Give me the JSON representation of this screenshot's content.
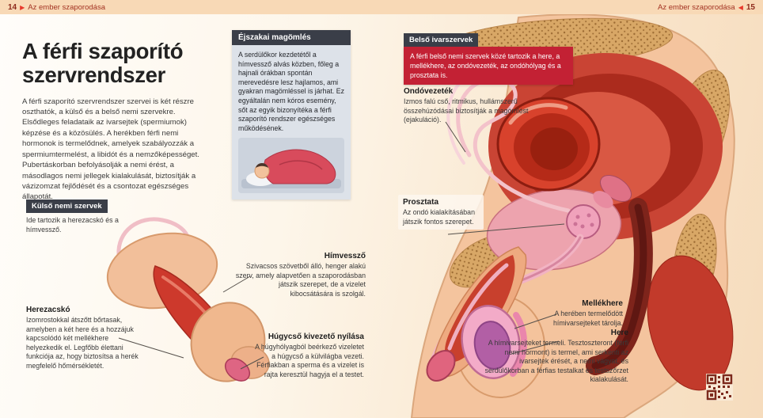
{
  "header": {
    "left_number": "14",
    "left_arrow": "▶",
    "left_title": "Az ember szaporodása",
    "right_title": "Az ember szaporodása",
    "right_arrow": "◀",
    "right_number": "15"
  },
  "left_page": {
    "title": "A férfi szaporító szervrendszer",
    "intro": "A férfi szaporító szervrendszer szervei is két részre oszthatók, a külső és a belső nemi szervekre. Elsődleges feladataik az ivarsejtek (spermiumok) képzése és a közösülés. A herékben férfi nemi hormonok is termelődnek, amelyek szabályozzák a spermiumtermelést, a libidót és a nemzőképességet. Pubertáskorban befolyásolják a nemi érést, a másodlagos nemi jellegek kialakulását, biztosítják a vázizomzat fejlődését és a csontozat egészséges állapotát.",
    "nocturnal_box": {
      "title": "Éjszakai magömlés",
      "body": "A serdülőkor kezdetétől a hímvessző alvás közben, főleg a hajnali órákban spontán merevedésre lesz hajlamos, ami gyakran magömléssel is járhat. Ez egyáltalán nem kóros esemény, sőt az egyik bizonyítéka a férfi szaporító rendszer egészséges működésének."
    },
    "kulso": {
      "title": "Külső nemi szervek",
      "body": "Ide tartozik a herezacskó és a hímvessző."
    },
    "herezacsko": {
      "title": "Herezacskó",
      "body": "Izomrostokkal átszőtt bőrtasak, amelyben a két here és a hozzájuk kapcsolódó két mellékhere helyezkedik el. Legfőbb élettani funkciója az, hogy biztosítsa a herék megfelelő hőmérsékletét."
    },
    "himvesszo": {
      "title": "Hímvessző",
      "body": "Szivacsos szövetből álló, henger alakú szerv, amely alapvetően a szaporodásban játszik szerepet, de a vizelet kibocsátására is szolgál."
    },
    "hugycso": {
      "title": "Húgycső kivezető nyílása",
      "body": "A húgyhólyagból beérkező vizeletet a húgycső a külvilágba vezeti. Férfiakban a sperma és a vizelet is rajta keresztül hagyja el a testet."
    }
  },
  "right_page": {
    "belso_box": {
      "title": "Belső ivarszervek",
      "body": "A férfi belső nemi szervek közé tartozik a here, a mellékhere, az ondóvezeték, az ondóhólyag és a prosztata is."
    },
    "ondovezetek": {
      "title": "Ondóvezeték",
      "body": "Izmos falú cső, ritmikus, hullámszerű összehúzódásai biztosítják a magömlést (ejakuláció)."
    },
    "prosztata": {
      "title": "Prosztata",
      "body": "Az ondó kialakításában játszik fontos szerepet."
    },
    "mellekhere": {
      "title": "Mellékhere",
      "body": "A herében termelődött hímivarsejteket tárolja."
    },
    "here": {
      "title": "Here",
      "body": "A hímivarsejteket termeli. Tesztoszteront (férfi nemi hormont) is termel, ami serkenti az ivarsejtek érését, a nemi vágyat, és serdülőkorban a férfias testalkat és testszőrzet kialakulását."
    }
  },
  "colors": {
    "header_bg": "#f8d9b6",
    "header_text": "#a33322",
    "accent_red": "#c32134",
    "dark_tag": "#3a3e48",
    "page_bg": "#fdf4e6",
    "skin": "#f4c49e",
    "muscle_red": "#c94434",
    "bone_tan": "#d8a766",
    "testis_pink": "#f3abc8",
    "qr_color": "#7d2a1c"
  }
}
